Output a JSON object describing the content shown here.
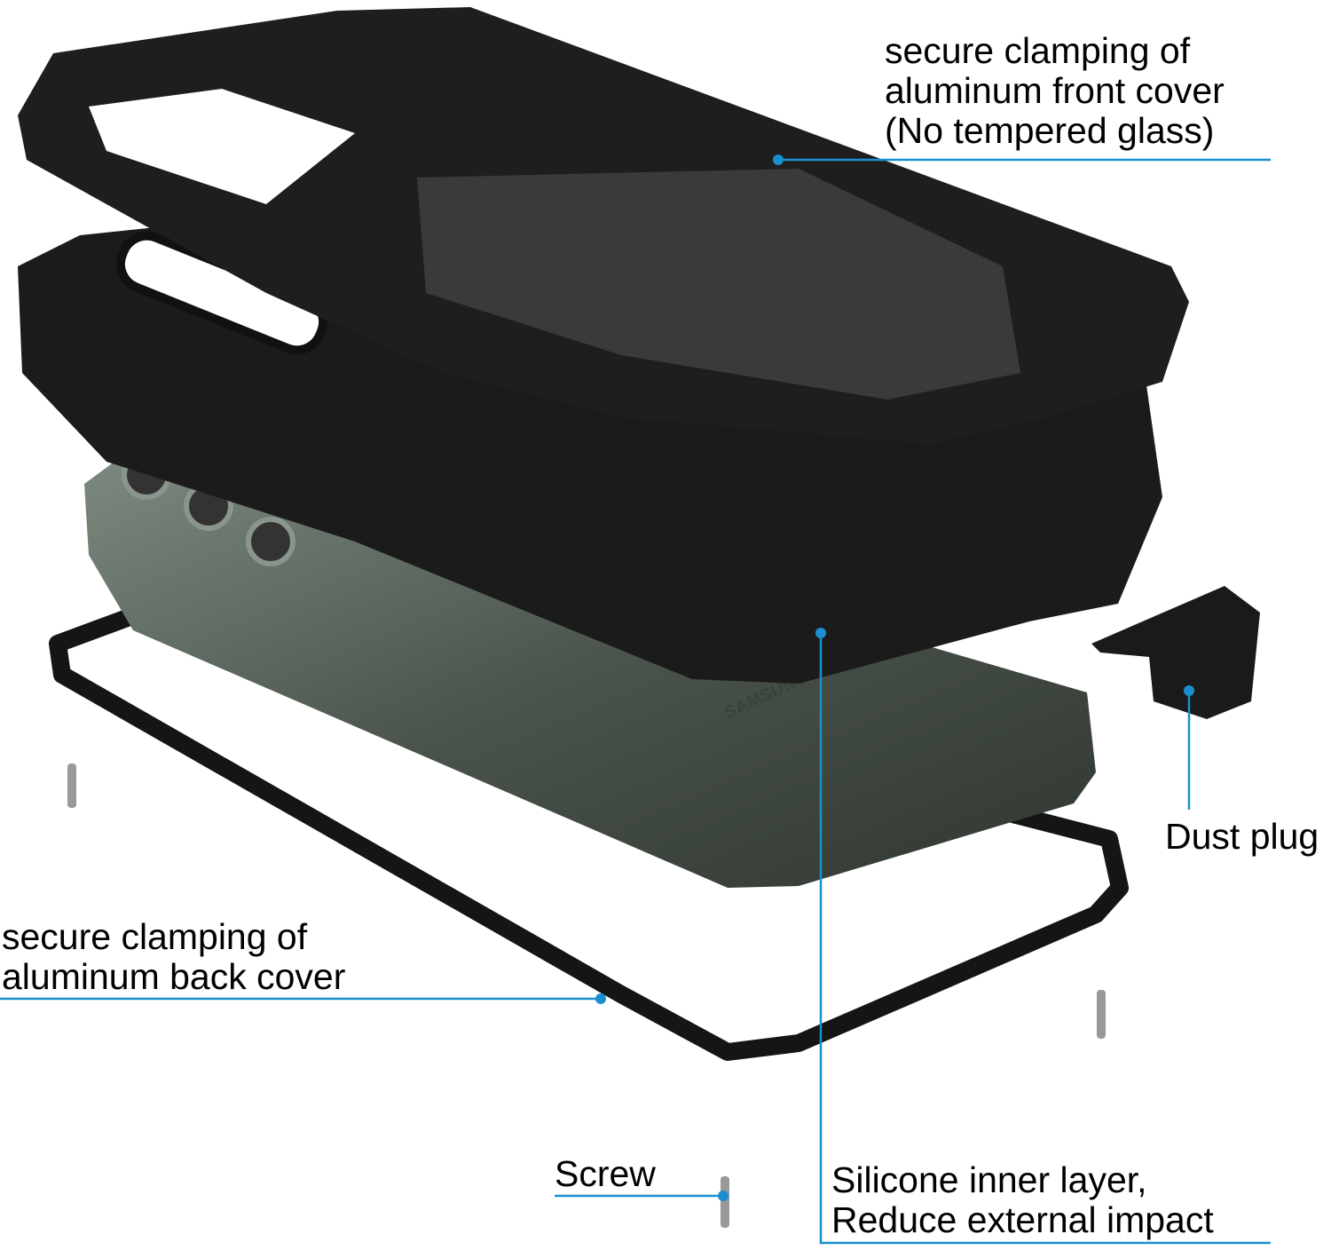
{
  "colors": {
    "callout": "#1a8fd0",
    "case": "#141414",
    "phone": "#4f5a50"
  },
  "labels": {
    "front_cover": [
      "secure clamping of",
      "aluminum front cover",
      "(No tempered glass)"
    ],
    "back_cover": [
      "secure clamping of",
      "aluminum back cover"
    ],
    "dust_plug": "Dust plug",
    "screw": "Screw",
    "silicone": [
      "Silicone inner layer,",
      "Reduce external impact"
    ]
  },
  "phone_brand": "SAMSUNG"
}
